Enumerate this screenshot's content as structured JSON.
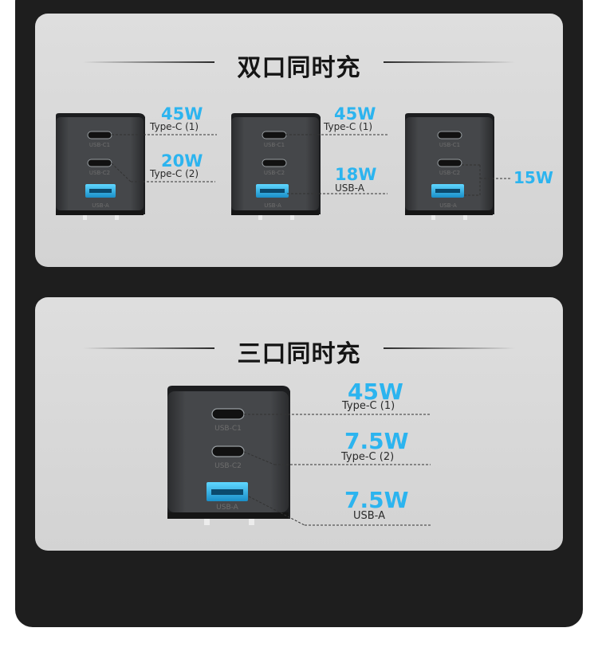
{
  "sections": [
    {
      "title": "双口同时充",
      "chargers": [
        {
          "port_labels": [
            "USB-C1",
            "USB-C2",
            "USB-A"
          ],
          "outputs": [
            {
              "watt": "45W",
              "port": "Type-C (1)"
            },
            {
              "watt": "20W",
              "port": "Type-C (2)"
            }
          ]
        },
        {
          "port_labels": [
            "USB-C1",
            "USB-C2",
            "USB-A"
          ],
          "outputs": [
            {
              "watt": "45W",
              "port": "Type-C (1)"
            },
            {
              "watt": "18W",
              "port": "USB-A"
            }
          ]
        },
        {
          "port_labels": [
            "USB-C1",
            "USB-C2",
            "USB-A"
          ],
          "outputs": [
            {
              "watt": "15W"
            }
          ]
        }
      ]
    },
    {
      "title": "三口同时充",
      "chargers": [
        {
          "port_labels": [
            "USB-C1",
            "USB-C2",
            "USB-A"
          ],
          "outputs": [
            {
              "watt": "45W",
              "port": "Type-C (1)"
            },
            {
              "watt": "7.5W",
              "port": "Type-C (2)"
            },
            {
              "watt": "7.5W",
              "port": "USB-A"
            }
          ]
        }
      ]
    }
  ],
  "colors": {
    "accent": "#2cb4ef",
    "frame": "#1e1e1e",
    "panel": "#d9d9d9",
    "charger_body": "#3f4144",
    "heading": "#151515"
  }
}
